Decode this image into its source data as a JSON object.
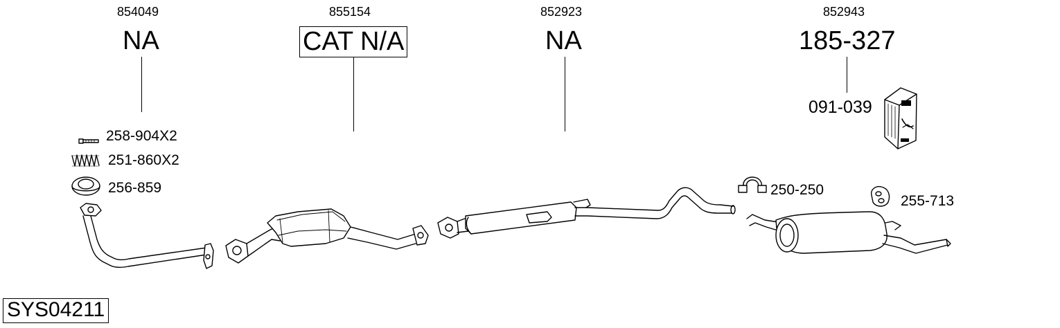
{
  "groups": [
    {
      "ref": "854049",
      "status": "NA"
    },
    {
      "ref": "855154",
      "status": "CAT N/A"
    },
    {
      "ref": "852923",
      "status": "NA"
    },
    {
      "ref": "852943",
      "status": "185-327"
    }
  ],
  "parts": {
    "mount_kit": "091-039",
    "bolt": "258-904X2",
    "spring": "251-860X2",
    "gasket": "256-859",
    "clamp": "250-250",
    "hanger": "255-713"
  },
  "system_id": "SYS04211"
}
